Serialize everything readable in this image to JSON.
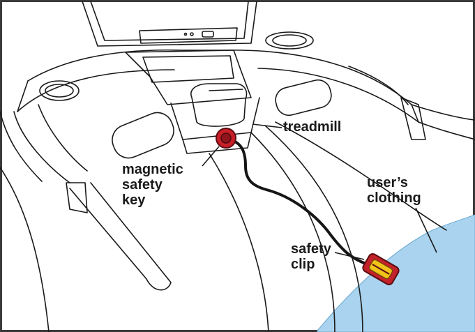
{
  "labels": {
    "treadmill": "treadmill",
    "magnetic_safety_key": "magnetic\nsafety\nkey",
    "users_clothing": "user’s\nclothing",
    "safety_clip": "safety\nclip"
  },
  "colors": {
    "line_art": "#1a1a1a",
    "clothing": "#a9d3ee",
    "key_red": "#c81e28",
    "clip_red": "#c4222a",
    "clip_yellow": "#f0c419",
    "frame": "#3a3a3a"
  }
}
